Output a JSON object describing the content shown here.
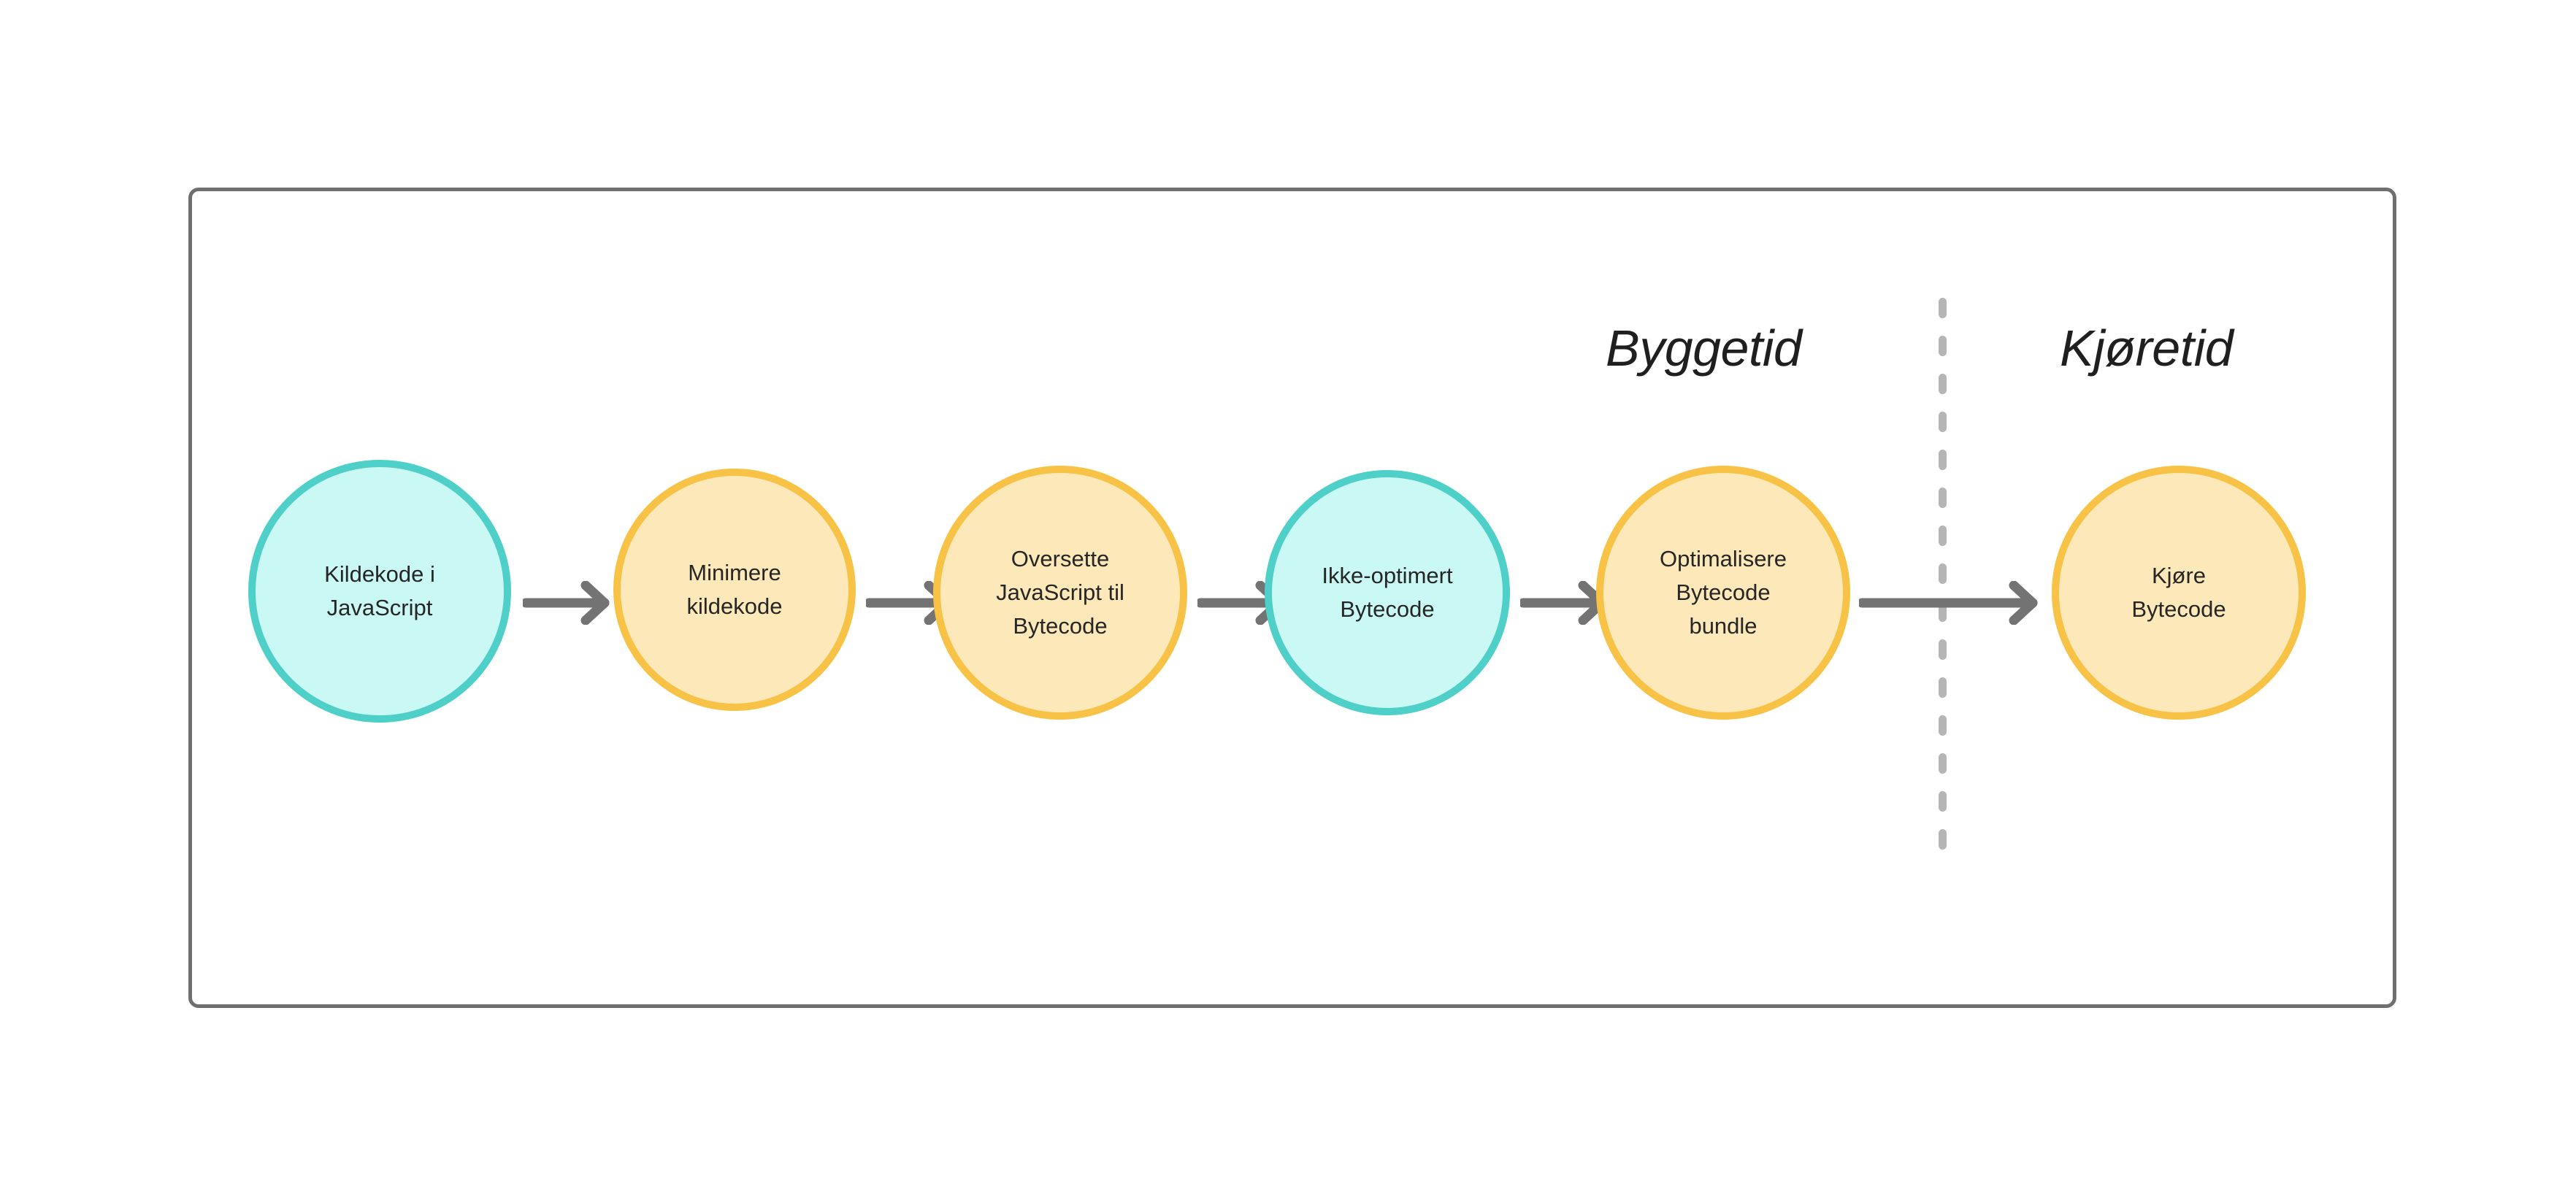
{
  "diagram": {
    "title_hidden": "",
    "phases": [
      {
        "id": "byggetid",
        "label": "Byggetid"
      },
      {
        "id": "kjoretid",
        "label": "Kjøretid"
      }
    ],
    "divider": {
      "style": "dashed",
      "color": "#b5b5b5",
      "orientation": "vertical"
    },
    "frame": {
      "border_color": "#6f6f6f",
      "background": "#ffffff"
    },
    "palette": {
      "cyan_fill": "#caf8f4",
      "cyan_stroke": "#4ecfc8",
      "yellow_fill": "#fce8b8",
      "yellow_stroke": "#f7c245",
      "arrow": "#737373",
      "text": "#262626"
    },
    "nodes": [
      {
        "id": "kildekode-javascript",
        "label": "Kildekode i\nJavaScript",
        "color": "cyan",
        "phase": "byggetid"
      },
      {
        "id": "minimere-kildekode",
        "label": "Minimere\nkildekode",
        "color": "yellow",
        "phase": "byggetid"
      },
      {
        "id": "oversette-bytecode",
        "label": "Oversette\nJavaScript til\nBytecode",
        "color": "yellow",
        "phase": "byggetid"
      },
      {
        "id": "ikke-optimert-bytecode",
        "label": "Ikke-optimert\nBytecode",
        "color": "cyan",
        "phase": "byggetid"
      },
      {
        "id": "optimalisere-bundle",
        "label": "Optimalisere\nBytecode\nbundle",
        "color": "yellow",
        "phase": "byggetid"
      },
      {
        "id": "kjore-bytecode",
        "label": "Kjøre\nBytecode",
        "color": "yellow",
        "phase": "kjoretid"
      }
    ],
    "edges": [
      {
        "id": "edge-1",
        "from": "kildekode-javascript",
        "to": "minimere-kildekode",
        "type": "arrow",
        "length": "short"
      },
      {
        "id": "edge-2",
        "from": "minimere-kildekode",
        "to": "oversette-bytecode",
        "type": "arrow",
        "length": "short"
      },
      {
        "id": "edge-3",
        "from": "oversette-bytecode",
        "to": "ikke-optimert-bytecode",
        "type": "arrow",
        "length": "short"
      },
      {
        "id": "edge-4",
        "from": "ikke-optimert-bytecode",
        "to": "optimalisere-bundle",
        "type": "arrow",
        "length": "short"
      },
      {
        "id": "edge-5",
        "from": "optimalisere-bundle",
        "to": "kjore-bytecode",
        "type": "arrow",
        "length": "long"
      }
    ]
  }
}
